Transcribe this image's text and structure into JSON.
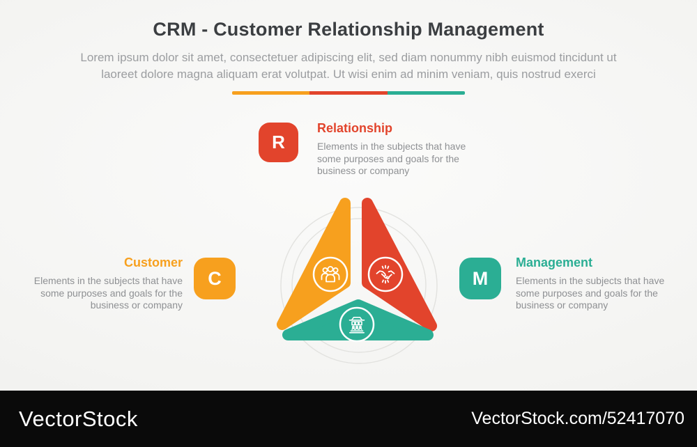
{
  "header": {
    "title": "CRM - Customer Relationship Management",
    "subtitle_line1": "Lorem ipsum dolor sit amet, consectetuer adipiscing elit, sed diam nonummy nibh euismod tincidunt ut",
    "subtitle_line2": "laoreet dolore magna aliquam erat volutpat. Ut wisi enim ad minim veniam, quis nostrud exerci",
    "divider_colors": [
      "#F7A01E",
      "#E2442C",
      "#2BAE94"
    ]
  },
  "items": [
    {
      "id": "relationship",
      "letter": "R",
      "title": "Relationship",
      "color": "#E2442C",
      "icon": "handshake-icon",
      "description_lines": [
        "Elements in the subjects that have",
        "some purposes and goals for the",
        "business or company"
      ]
    },
    {
      "id": "customer",
      "letter": "C",
      "title": "Customer",
      "color": "#F7A01E",
      "icon": "people-icon",
      "description_lines": [
        "Elements in the subjects that have",
        "some purposes and goals for the",
        "business or company"
      ]
    },
    {
      "id": "management",
      "letter": "M",
      "title": "Management",
      "color": "#2BAE94",
      "icon": "bank-icon",
      "description_lines": [
        "Elements in the subjects that have",
        "some purposes and goals for the",
        "business or company"
      ]
    }
  ],
  "diagram": {
    "type": "triangle-pie",
    "segments": [
      {
        "label": "customer",
        "color": "#F7A01E",
        "icon": "people-icon"
      },
      {
        "label": "relationship",
        "color": "#E2442C",
        "icon": "handshake-icon"
      },
      {
        "label": "management",
        "color": "#2BAE94",
        "icon": "bank-icon"
      }
    ],
    "ring_color": "#e2e2df"
  },
  "watermark": {
    "brand": "VectorStock",
    "credit": "VectorStock.com/52417070",
    "bar_color": "#0a0a0a"
  }
}
